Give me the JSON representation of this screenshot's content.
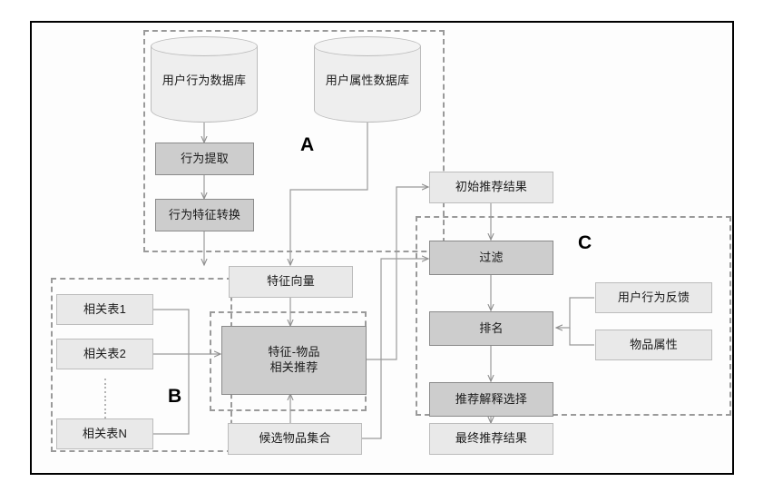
{
  "diagram": {
    "title": "Recommendation System Architecture Flowchart",
    "colors": {
      "box_light_fill": "#e9e9e9",
      "box_light_border": "#bcbcbc",
      "box_dark_fill": "#cdcdcd",
      "box_dark_border": "#8a8a8a",
      "cylinder_fill": "#eeeeee",
      "group_border": "#9a9a9a",
      "connector": "#9a9a9a",
      "frame_border": "#000000",
      "text": "#1a1a1a"
    },
    "groups": [
      {
        "id": "A",
        "label": "A"
      },
      {
        "id": "B",
        "label": "B"
      },
      {
        "id": "C",
        "label": "C"
      }
    ],
    "databases": [
      {
        "id": "user-behavior-db",
        "label": "用户行为数据库"
      },
      {
        "id": "user-attribute-db",
        "label": "用户属性数据库"
      }
    ],
    "nodes": [
      {
        "id": "behavior-extraction",
        "label": "行为提取",
        "style": "dark"
      },
      {
        "id": "behavior-feature-transform",
        "label": "行为特征转换",
        "style": "dark"
      },
      {
        "id": "feature-vector",
        "label": "特征向量",
        "style": "light"
      },
      {
        "id": "related-table-1",
        "label": "相关表1",
        "style": "light"
      },
      {
        "id": "related-table-2",
        "label": "相关表2",
        "style": "light"
      },
      {
        "id": "related-table-n",
        "label": "相关表N",
        "style": "light"
      },
      {
        "id": "feature-item-recommend",
        "label": "特征-物品\n相关推荐",
        "style": "dark"
      },
      {
        "id": "candidate-item-set",
        "label": "候选物品集合",
        "style": "light"
      },
      {
        "id": "initial-recommend-result",
        "label": "初始推荐结果",
        "style": "light"
      },
      {
        "id": "filter",
        "label": "过滤",
        "style": "dark"
      },
      {
        "id": "ranking",
        "label": "排名",
        "style": "dark"
      },
      {
        "id": "recommend-explain-select",
        "label": "推荐解释选择",
        "style": "dark"
      },
      {
        "id": "final-recommend-result",
        "label": "最终推荐结果",
        "style": "light"
      },
      {
        "id": "user-behavior-feedback",
        "label": "用户行为反馈",
        "style": "light"
      },
      {
        "id": "item-attribute",
        "label": "物品属性",
        "style": "light"
      }
    ]
  }
}
